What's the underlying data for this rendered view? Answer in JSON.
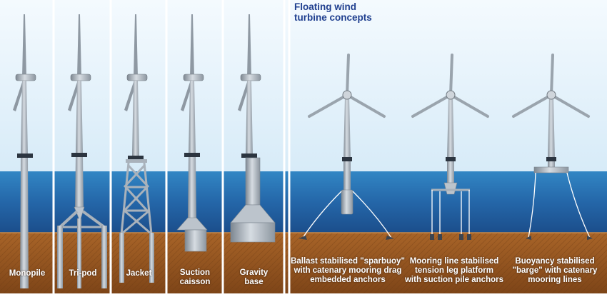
{
  "floating_heading": [
    "Floating wind",
    "turbine concepts"
  ],
  "fixed_concepts": [
    {
      "label": [
        "Monopile"
      ]
    },
    {
      "label": [
        "Tri-pod"
      ]
    },
    {
      "label": [
        "Jacket"
      ]
    },
    {
      "label": [
        "Suction",
        "caisson"
      ]
    },
    {
      "label": [
        "Gravity",
        "base"
      ]
    }
  ],
  "floating_concepts": [
    {
      "label": [
        "Ballast stabilised \"sparbuoy\"",
        "with catenary mooring drag",
        "embedded anchors"
      ]
    },
    {
      "label": [
        "Mooring line stabilised",
        "tension leg platform",
        "with suction pile anchors"
      ]
    },
    {
      "label": [
        "Buoyancy stabilised",
        "\"barge\" with catenary",
        "mooring lines"
      ]
    }
  ],
  "colors": {
    "sky": "#dff0fa",
    "sea_top": "#2b79b8",
    "sea_bottom": "#1a4f8c",
    "seabed": "#9c5a22",
    "structure": "#a9b2bb",
    "heading": "#1f3f8f"
  }
}
